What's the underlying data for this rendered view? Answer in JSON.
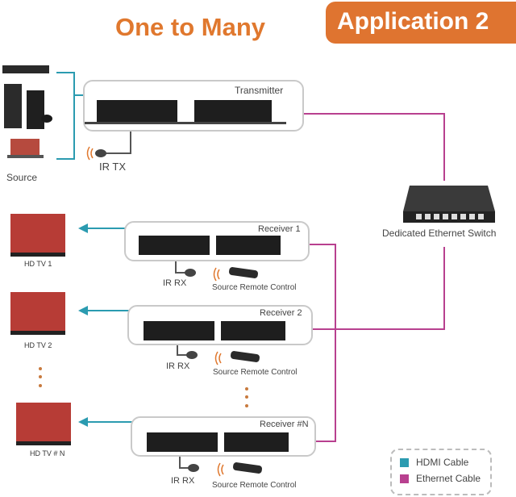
{
  "header": {
    "title": "One to Many",
    "badge": "Application 2"
  },
  "source": {
    "label": "Source",
    "devices": [
      "blu-ray-player",
      "game-console",
      "laptop"
    ]
  },
  "transmitter": {
    "label": "Transmitter",
    "ir_label": "IR TX"
  },
  "switch": {
    "label": "Dedicated Ethernet Switch"
  },
  "receivers": [
    {
      "label": "Receiver 1",
      "ir_label": "IR RX",
      "remote_label": "Source Remote Control",
      "tv_label": "HD TV 1"
    },
    {
      "label": "Receiver 2",
      "ir_label": "IR RX",
      "remote_label": "Source Remote Control",
      "tv_label": "HD TV 2"
    },
    {
      "label": "Receiver #N",
      "ir_label": "IR RX",
      "remote_label": "Source Remote Control",
      "tv_label": "HD TV # N"
    }
  ],
  "legend": {
    "items": [
      {
        "label": "HDMI Cable",
        "color": "#2b9bb0"
      },
      {
        "label": "Ethernet Cable",
        "color": "#b8408f"
      }
    ]
  },
  "colors": {
    "accent": "#df7430",
    "hdmi": "#2b9bb0",
    "ethernet": "#b8408f",
    "ir_wire": "#555555"
  }
}
